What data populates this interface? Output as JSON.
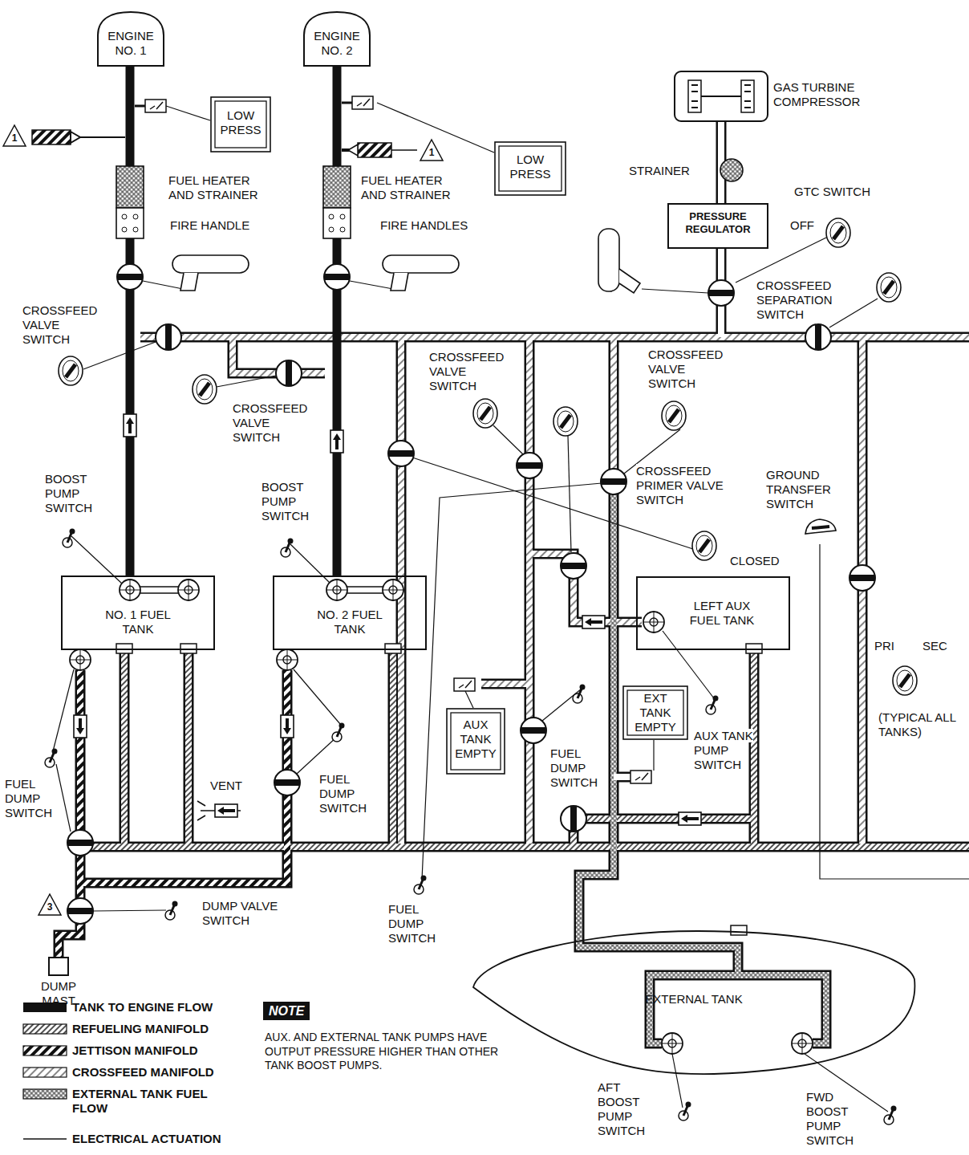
{
  "diagram": {
    "nodes": [
      {
        "text": [
          "ENGINE NO. 1"
        ]
      },
      {
        "text": [
          "ENGINE NO. 2"
        ]
      },
      {
        "text": [
          "LOW PRESS"
        ]
      },
      {
        "text": [
          "LOW PRESS"
        ]
      },
      {
        "text": [
          "GAS TURBINE COMPRESSOR"
        ]
      },
      {
        "text": [
          "PRESSURE REGULATOR"
        ]
      },
      {
        "text": [
          "NO. 1 FUEL TANK"
        ]
      },
      {
        "text": [
          "NO. 2 FUEL TANK"
        ]
      },
      {
        "text": [
          "LEFT AUX FUEL TANK"
        ]
      },
      {
        "text": [
          "AUX TANK EMPTY"
        ]
      },
      {
        "text": [
          "EXT TANK EMPTY"
        ]
      },
      {
        "text": [
          "EXTERNAL TANK"
        ]
      },
      {
        "text": [
          "DUMP MAST"
        ]
      }
    ],
    "edges": [
      {
        "from": 6,
        "to": 0,
        "arrow": "none"
      },
      {
        "from": 7,
        "to": 1,
        "arrow": "none"
      },
      {
        "from": 5,
        "to": 4,
        "arrow": "none"
      }
    ],
    "labels": [
      "FUEL HEATER AND STRAINER",
      "FUEL HEATER AND STRAINER",
      "FIRE HANDLE",
      "FIRE HANDLES",
      "CROSSFEED VALVE SWITCH",
      "CROSSFEED VALVE SWITCH",
      "CROSSFEED VALVE SWITCH",
      "CROSSFEED VALVE SWITCH",
      "BOOST PUMP SWITCH",
      "BOOST PUMP SWITCH",
      "STRAINER",
      "GTC SWITCH",
      "OFF",
      "CROSSFEED SEPARATION SWITCH",
      "CROSSFEED PRIMER VALVE SWITCH",
      "GROUND TRANSFER SWITCH",
      "CLOSED",
      "PRI",
      "SEC",
      "(TYPICAL ALL TANKS)",
      "FUEL DUMP SWITCH",
      "VENT",
      "FUEL DUMP SWITCH",
      "FUEL DUMP SWITCH",
      "AUX TANK PUMP SWITCH",
      "DUMP VALVE SWITCH",
      "FUEL DUMP SWITCH",
      "AFT BOOST PUMP SWITCH",
      "FWD BOOST PUMP SWITCH",
      "1",
      "1",
      "3",
      "NOTE",
      "AUX. AND EXTERNAL TANK PUMPS HAVE OUTPUT PRESSURE HIGHER THAN OTHER TANK BOOST PUMPS."
    ],
    "legend": [
      {
        "text": "TANK TO ENGINE FLOW",
        "color": "#111111"
      },
      {
        "text": "REFUELING MANIFOLD"
      },
      {
        "text": "JETTISON MANIFOLD"
      },
      {
        "text": "CROSSFEED MANIFOLD"
      },
      {
        "text": "EXTERNAL TANK FUEL FLOW"
      },
      {
        "text": "ELECTRICAL ACTUATION"
      }
    ]
  }
}
